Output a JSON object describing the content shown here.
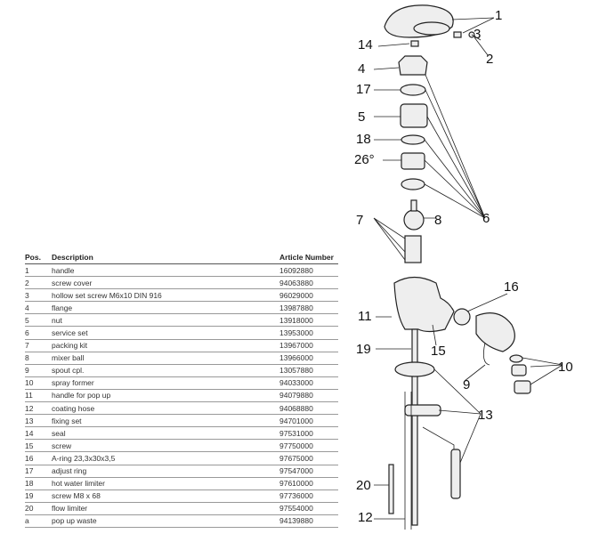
{
  "table": {
    "headers": {
      "pos": "Pos.",
      "description": "Description",
      "article": "Article Number"
    },
    "rows": [
      {
        "pos": "1",
        "description": "handle",
        "article": "16092880"
      },
      {
        "pos": "2",
        "description": "screw cover",
        "article": "94063880"
      },
      {
        "pos": "3",
        "description": "hollow set screw M6x10 DIN 916",
        "article": "96029000"
      },
      {
        "pos": "4",
        "description": "flange",
        "article": "13987880"
      },
      {
        "pos": "5",
        "description": "nut",
        "article": "13918000"
      },
      {
        "pos": "6",
        "description": "service set",
        "article": "13953000"
      },
      {
        "pos": "7",
        "description": "packing kit",
        "article": "13967000"
      },
      {
        "pos": "8",
        "description": "mixer ball",
        "article": "13966000"
      },
      {
        "pos": "9",
        "description": "spout cpl.",
        "article": "13057880"
      },
      {
        "pos": "10",
        "description": "spray former",
        "article": "94033000"
      },
      {
        "pos": "11",
        "description": "handle for pop up",
        "article": "94079880"
      },
      {
        "pos": "12",
        "description": "coating hose",
        "article": "94068880"
      },
      {
        "pos": "13",
        "description": "fixing set",
        "article": "94701000"
      },
      {
        "pos": "14",
        "description": "seal",
        "article": "97531000"
      },
      {
        "pos": "15",
        "description": "screw",
        "article": "97750000"
      },
      {
        "pos": "16",
        "description": "A-ring 23,3x30x3,5",
        "article": "97675000"
      },
      {
        "pos": "17",
        "description": "adjust ring",
        "article": "97547000"
      },
      {
        "pos": "18",
        "description": "hot water limiter",
        "article": "97610000"
      },
      {
        "pos": "19",
        "description": "screw M8 x 68",
        "article": "97736000"
      },
      {
        "pos": "20",
        "description": "flow limiter",
        "article": "97554000"
      },
      {
        "pos": "a",
        "description": "pop up waste",
        "article": "94139880"
      }
    ]
  },
  "callouts": [
    "1",
    "3",
    "2",
    "14",
    "4",
    "17",
    "5",
    "18",
    "26°",
    "7",
    "8",
    "6",
    "16",
    "11",
    "19",
    "15",
    "10",
    "9",
    "13",
    "20",
    "12"
  ]
}
